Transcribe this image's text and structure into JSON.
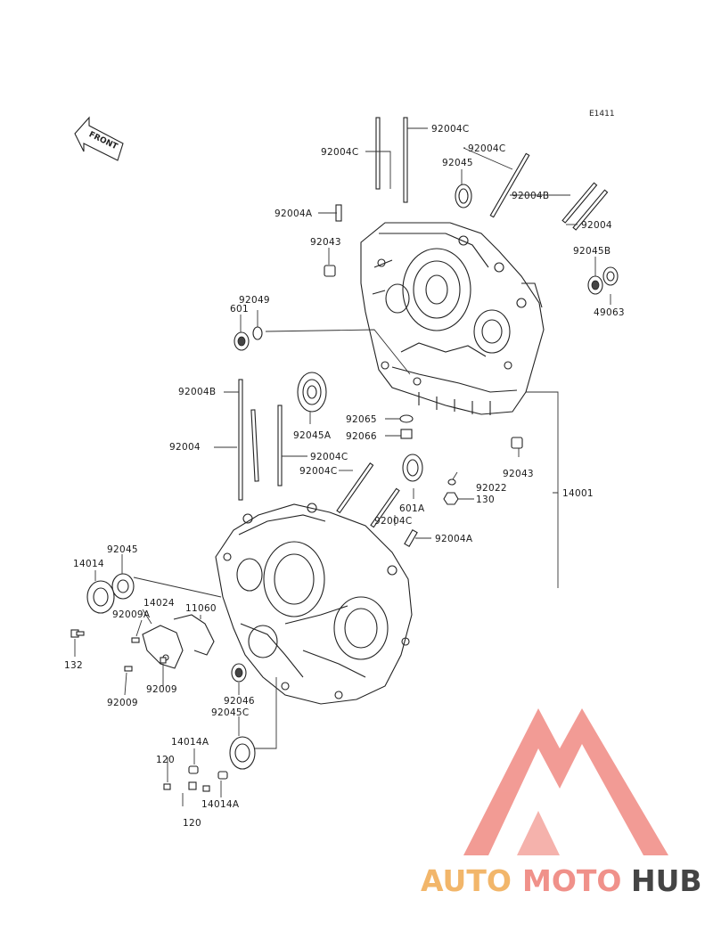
{
  "diagram": {
    "code": "E1411",
    "front_label": "FRONT"
  },
  "labels": [
    {
      "id": "p1",
      "text": "92004C"
    },
    {
      "id": "p2",
      "text": "92004C"
    },
    {
      "id": "p3",
      "text": "92004C"
    },
    {
      "id": "p4",
      "text": "92045"
    },
    {
      "id": "p5",
      "text": "92004B"
    },
    {
      "id": "p6",
      "text": "92004A"
    },
    {
      "id": "p7",
      "text": "92004"
    },
    {
      "id": "p8",
      "text": "92043"
    },
    {
      "id": "p9",
      "text": "92045B"
    },
    {
      "id": "p10",
      "text": "49063"
    },
    {
      "id": "p11",
      "text": "92049"
    },
    {
      "id": "p12",
      "text": "601"
    },
    {
      "id": "p13",
      "text": "92004B"
    },
    {
      "id": "p14",
      "text": "92065"
    },
    {
      "id": "p15",
      "text": "92066"
    },
    {
      "id": "p16",
      "text": "92045A"
    },
    {
      "id": "p17",
      "text": "92004"
    },
    {
      "id": "p18",
      "text": "92004C"
    },
    {
      "id": "p19",
      "text": "92004C"
    },
    {
      "id": "p20",
      "text": "92043"
    },
    {
      "id": "p21",
      "text": "92022"
    },
    {
      "id": "p22",
      "text": "130"
    },
    {
      "id": "p23",
      "text": "14001"
    },
    {
      "id": "p24",
      "text": "601A"
    },
    {
      "id": "p25",
      "text": "92004C"
    },
    {
      "id": "p26",
      "text": "92004A"
    },
    {
      "id": "p27",
      "text": "92045"
    },
    {
      "id": "p28",
      "text": "14014"
    },
    {
      "id": "p29",
      "text": "14024"
    },
    {
      "id": "p30",
      "text": "11060"
    },
    {
      "id": "p31",
      "text": "92009A"
    },
    {
      "id": "p32",
      "text": "132"
    },
    {
      "id": "p33",
      "text": "92009"
    },
    {
      "id": "p34",
      "text": "92009"
    },
    {
      "id": "p35",
      "text": "92046"
    },
    {
      "id": "p36",
      "text": "92045C"
    },
    {
      "id": "p37",
      "text": "14014A"
    },
    {
      "id": "p38",
      "text": "120"
    },
    {
      "id": "p39",
      "text": "14014A"
    },
    {
      "id": "p40",
      "text": "120"
    }
  ],
  "watermark": {
    "part1": "AUTO",
    "part2": "MOTO",
    "part3": "HUB",
    "color_auto": "#f2b66a",
    "color_moto": "#f0918a",
    "color_hub": "#444444",
    "logo_color": "#f08a82"
  }
}
